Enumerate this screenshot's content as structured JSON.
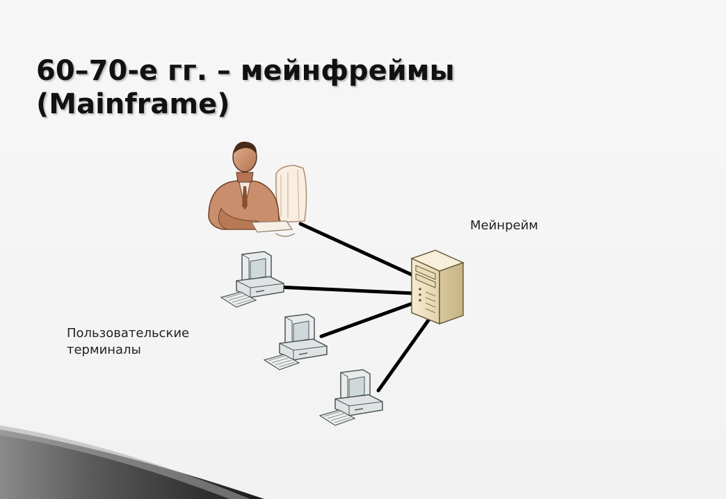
{
  "slide": {
    "title_line1": "60–70-е гг. – мейнфреймы",
    "title_line2": "(Mainframe)"
  },
  "diagram": {
    "mainframe_label": "Мейнрейм",
    "terminals_label_line1": "Пользовательские",
    "terminals_label_line2": "терминалы",
    "nodes": [
      {
        "id": "operator",
        "icon": "operator-at-console-icon"
      },
      {
        "id": "terminal-1",
        "icon": "terminal-computer-icon"
      },
      {
        "id": "terminal-2",
        "icon": "terminal-computer-icon"
      },
      {
        "id": "terminal-3",
        "icon": "terminal-computer-icon"
      },
      {
        "id": "mainframe",
        "icon": "mainframe-server-icon"
      }
    ]
  },
  "colors": {
    "background": "#f4f4f4",
    "text": "#111111",
    "connector": "#000000",
    "operator_skin": "#c98f6d",
    "mainframe_body": "#efe2c4",
    "terminal_body": "#e9ecec"
  }
}
